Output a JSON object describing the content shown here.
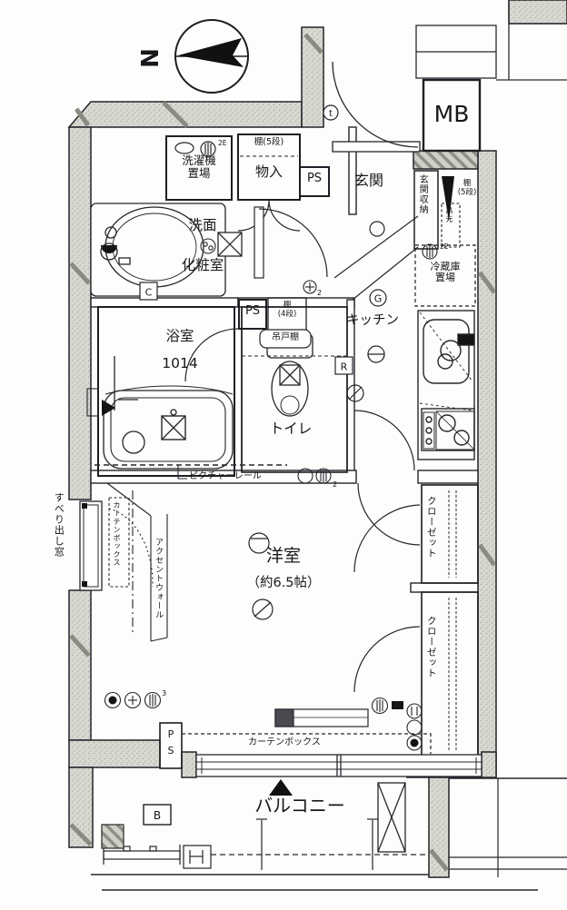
{
  "floorplan": {
    "compass": {
      "north": "N"
    },
    "rooms": {
      "mb": "MB",
      "washer": "洗濯機\n置場",
      "monoire": "物入",
      "genkan": "玄関",
      "genkan_storage": "玄関収納",
      "senmen_top": "洗面",
      "senmen_bottom": "化粧室",
      "bath_name": "浴室",
      "bath_size": "1014",
      "toilet": "トイレ",
      "kitchen": "キッチン",
      "fridge": "冷蔵庫\n置場",
      "western_room": "洋室",
      "western_room_size": "（約6.5帖）",
      "closet_upper": "クローゼット",
      "closet_lower": "クローゼット",
      "balcony": "バルコニー"
    },
    "fixtures": {
      "shelf5_monoire": "棚(5段)",
      "shelf5_genkan": "棚\n(5段)",
      "shelf4": "棚\n(4段)",
      "tsuritodana": "吊戸棚",
      "tsurimoto": "吊元",
      "picture_rail": "ピクチャーレール",
      "curtain_box_left": "カーテンボックス",
      "curtain_box_bottom": "カーテンボックス",
      "accent_wall": "アクセントウォール",
      "sliding_window": "すべり出し窓"
    },
    "shafts": {
      "ps_top": "PS",
      "ps_mid": "PS",
      "ps_bottom": "P\nS"
    },
    "symbols": {
      "t": "t",
      "g": "G",
      "c": "C",
      "r": "R",
      "b": "B",
      "e2": "2E",
      "sub2": "2",
      "sub3": "3"
    }
  }
}
